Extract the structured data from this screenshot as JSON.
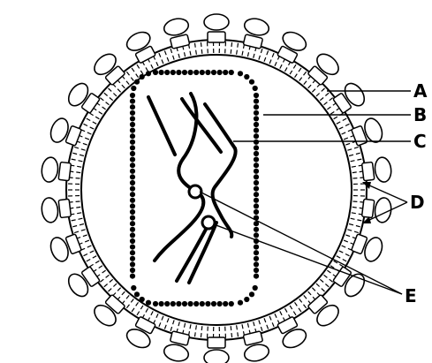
{
  "diagram": {
    "labels": {
      "a": "A",
      "b": "B",
      "c": "C",
      "d": "D",
      "e": "E"
    },
    "colors": {
      "line": "#000000",
      "background": "#ffffff"
    }
  }
}
